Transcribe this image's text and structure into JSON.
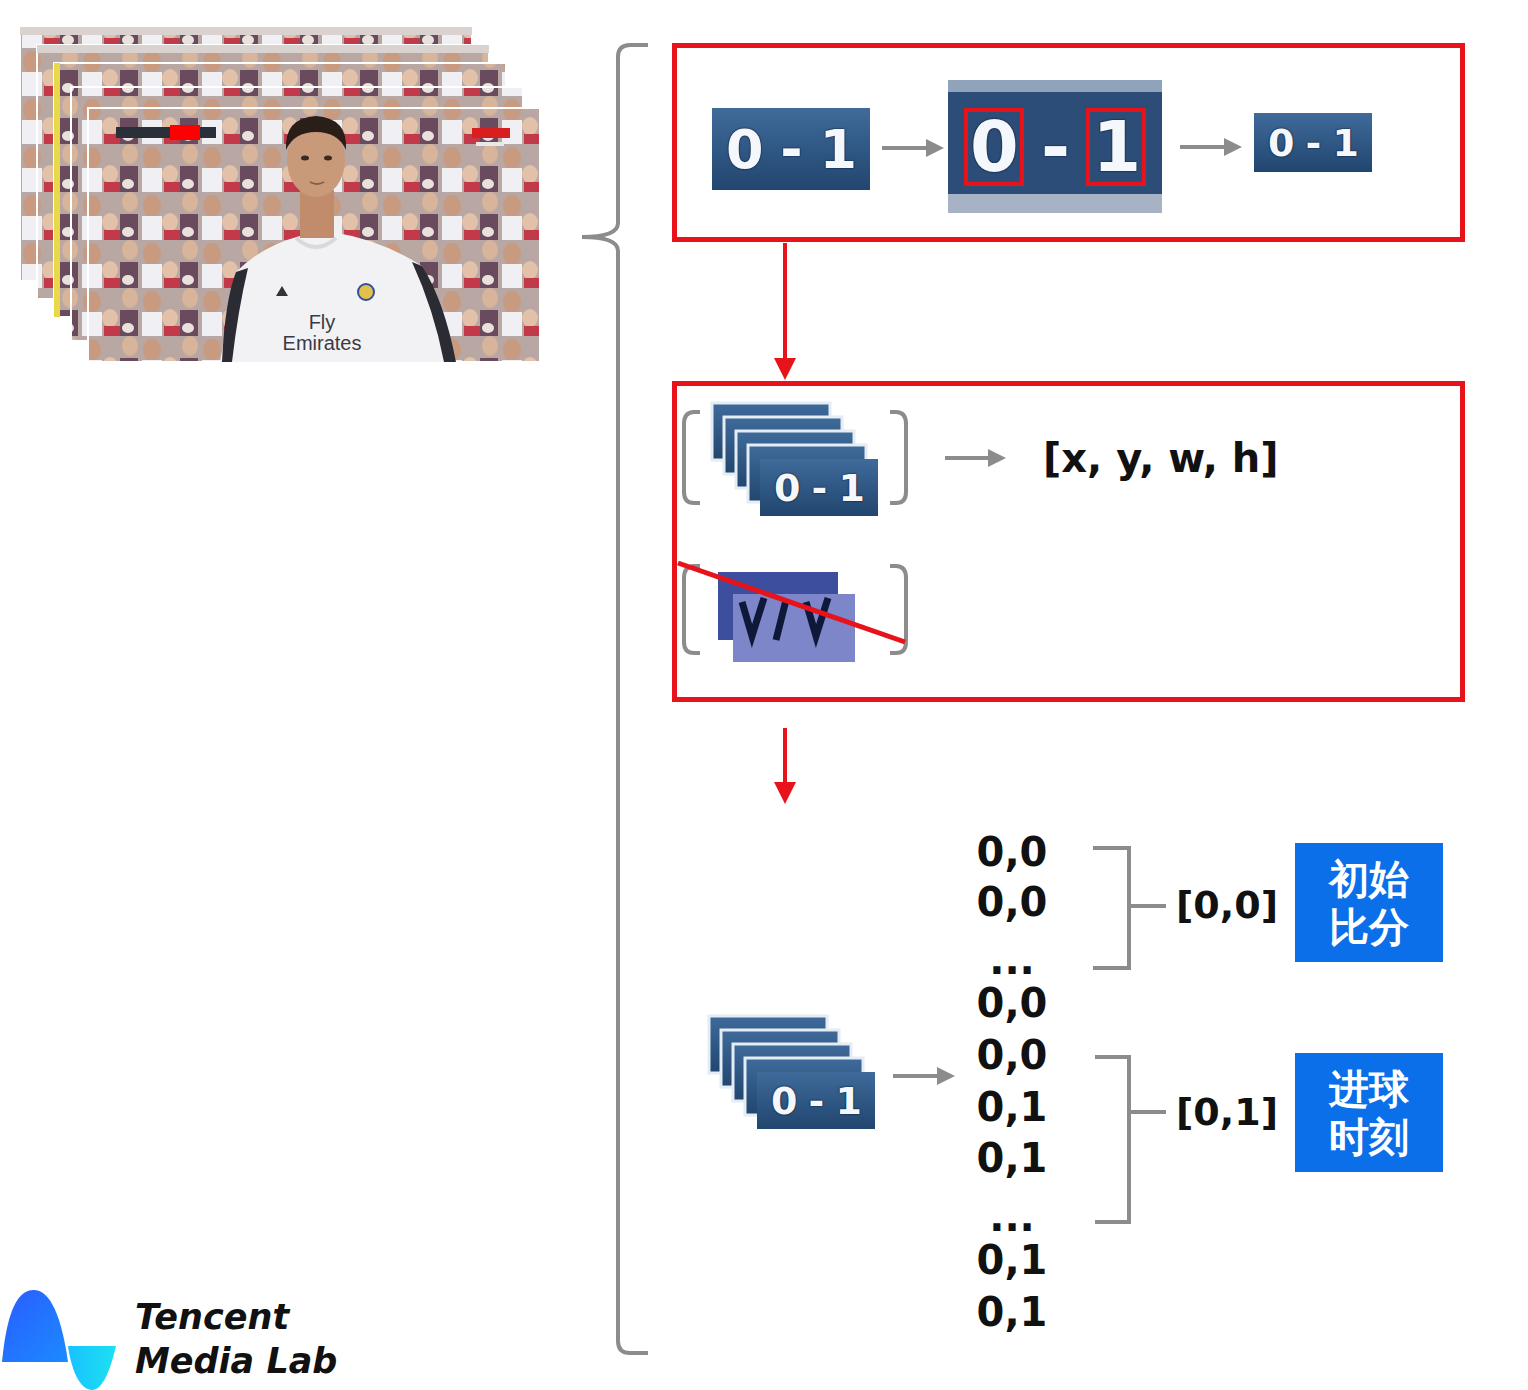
{
  "diagram": {
    "nodes": [
      {
        "text": [
          "0 - 1",
          "0 - 1",
          "0 - 1"
        ]
      },
      {
        "text": [
          "0 - 1",
          "[x, y, w, h]"
        ]
      },
      {
        "text": [
          "初始比分"
        ]
      },
      {
        "text": [
          "进球时刻"
        ]
      }
    ],
    "edges": [
      {
        "from": 0,
        "to": 1,
        "arrow": "to"
      }
    ],
    "labels": [
      "Fly Emirates",
      "0 - 1",
      "0,0",
      "0,0",
      "...",
      "0,0",
      "0,0",
      "0,1",
      "0,1",
      "...",
      "0,1",
      "0,1",
      "[0,0]",
      "[0,1]",
      "Tencent",
      "Media Lab"
    ]
  }
}
